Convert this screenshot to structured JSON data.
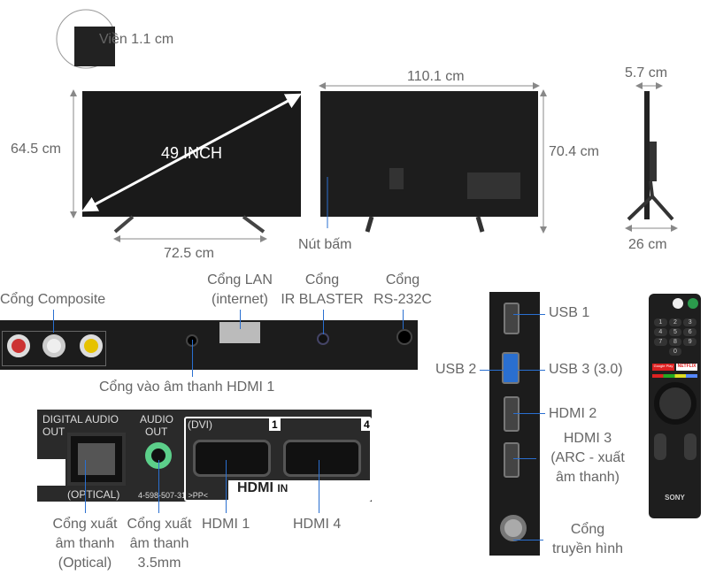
{
  "dimensions": {
    "bezel": "Viền 1.1 cm",
    "diagonal": "49 INCH",
    "front_height": "64.5 cm",
    "stand_width": "72.5 cm",
    "width": "110.1 cm",
    "height_with_stand": "70.4 cm",
    "depth": "5.7 cm",
    "stand_depth": "26 cm",
    "button": "Nút bấm"
  },
  "rear_ports": {
    "composite": "Cổng Composite",
    "lan_1": "Cổng LAN",
    "lan_2": "(internet)",
    "ir_1": "Cổng",
    "ir_2": "IR BLASTER",
    "rs_1": "Cổng",
    "rs_2": "RS-232C",
    "hdmi_audio": "Cổng vào âm thanh HDMI 1"
  },
  "panel_print": {
    "digital_audio": "DIGITAL AUDIO",
    "out": "OUT",
    "optical": "(OPTICAL)",
    "audio": "AUDIO",
    "audio_out": "OUT",
    "serial": "4-598-507-31 >PP<",
    "dvi": "(DVI)",
    "num1": "1",
    "num4": "4",
    "hdmi_logo": "HDMI",
    "in": "IN"
  },
  "bottom_labels": {
    "optical_1": "Cổng xuất",
    "optical_2": "âm thanh",
    "optical_3": "(Optical)",
    "jack_1": "Cổng xuất",
    "jack_2": "âm thanh",
    "jack_3": "3.5mm",
    "hdmi1": "HDMI 1",
    "hdmi4": "HDMI 4"
  },
  "side_ports": {
    "usb1": "USB 1",
    "usb2": "USB 2",
    "usb3": "USB 3 (3.0)",
    "hdmi2": "HDMI 2",
    "hdmi3_1": "HDMI 3",
    "hdmi3_2": "(ARC - xuất",
    "hdmi3_3": "âm thanh)",
    "tv_1": "Cổng",
    "tv_2": "truyền hình"
  },
  "remote": {
    "brand": "SONY",
    "google_play": "Google Play",
    "netflix": "NETFLIX",
    "keys": [
      "1",
      "2",
      "3",
      "4",
      "5",
      "6",
      "7",
      "8",
      "9",
      "0"
    ]
  },
  "colors": {
    "leader_line": "#2a6fd0",
    "label": "#666666",
    "audio_jack": "#5ccf8a"
  }
}
